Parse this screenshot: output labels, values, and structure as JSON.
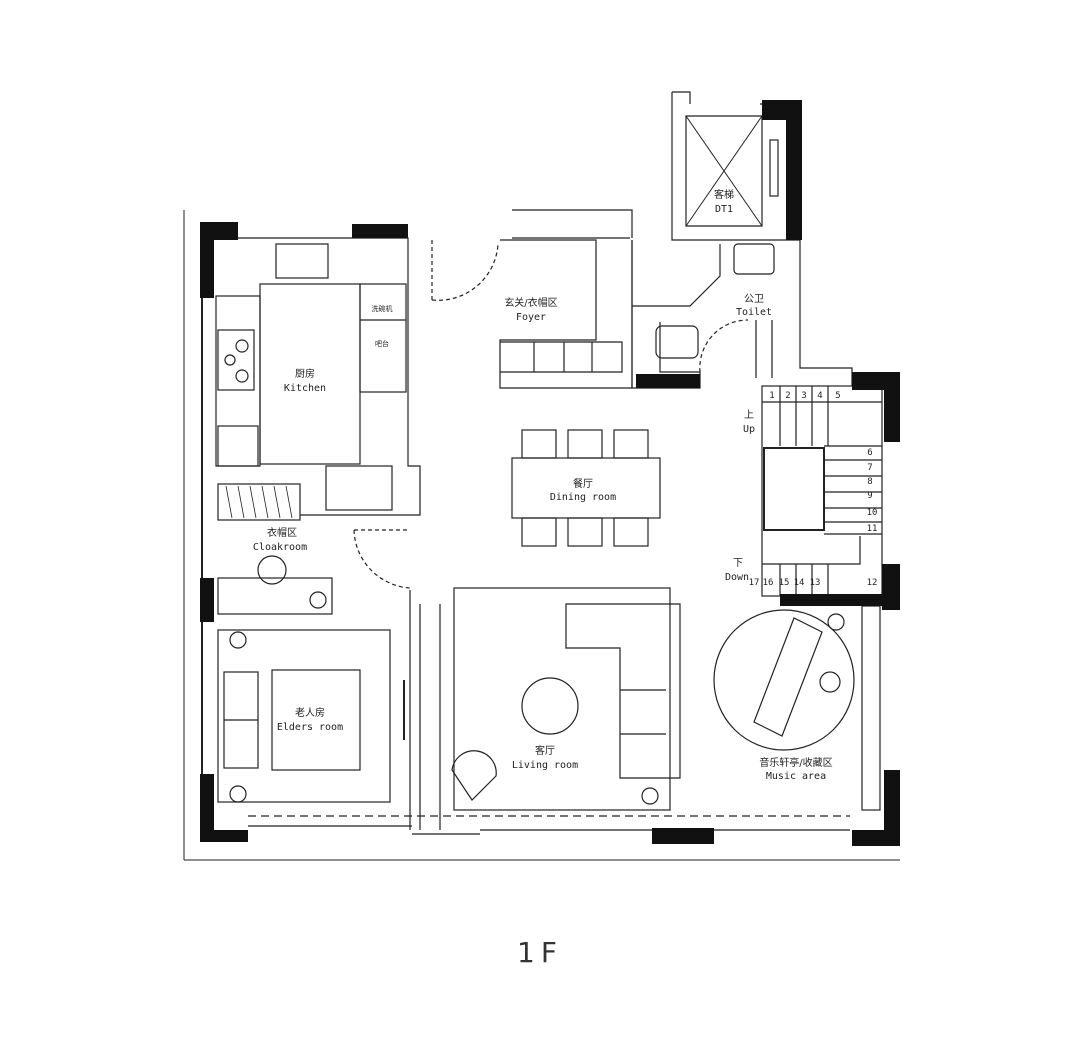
{
  "floor": {
    "label": "1F"
  },
  "rooms": {
    "elevator": {
      "cn": "客梯",
      "en": "DT1"
    },
    "toilet": {
      "cn": "公卫",
      "en": "Toilet"
    },
    "foyer": {
      "cn": "玄关/衣帽区",
      "en": "Foyer"
    },
    "kitchen": {
      "cn": "厨房",
      "en": "Kitchen"
    },
    "dining": {
      "cn": "餐厅",
      "en": "Dining room"
    },
    "cloak": {
      "cn": "衣帽区",
      "en": "Cloakroom"
    },
    "elders": {
      "cn": "老人房",
      "en": "Elders room"
    },
    "living": {
      "cn": "客厅",
      "en": "Living room"
    },
    "music": {
      "cn": "音乐轩亭/收藏区",
      "en": "Music area"
    }
  },
  "appliances": {
    "dishwasher": "洗碗机",
    "counter": "吧台"
  },
  "stairs": {
    "up": {
      "cn": "上",
      "en": "Up"
    },
    "down": {
      "cn": "下",
      "en": "Down"
    },
    "steps": [
      "1",
      "2",
      "3",
      "4",
      "5",
      "6",
      "7",
      "8",
      "9",
      "10",
      "11",
      "12",
      "13",
      "14",
      "15",
      "16",
      "17"
    ]
  }
}
